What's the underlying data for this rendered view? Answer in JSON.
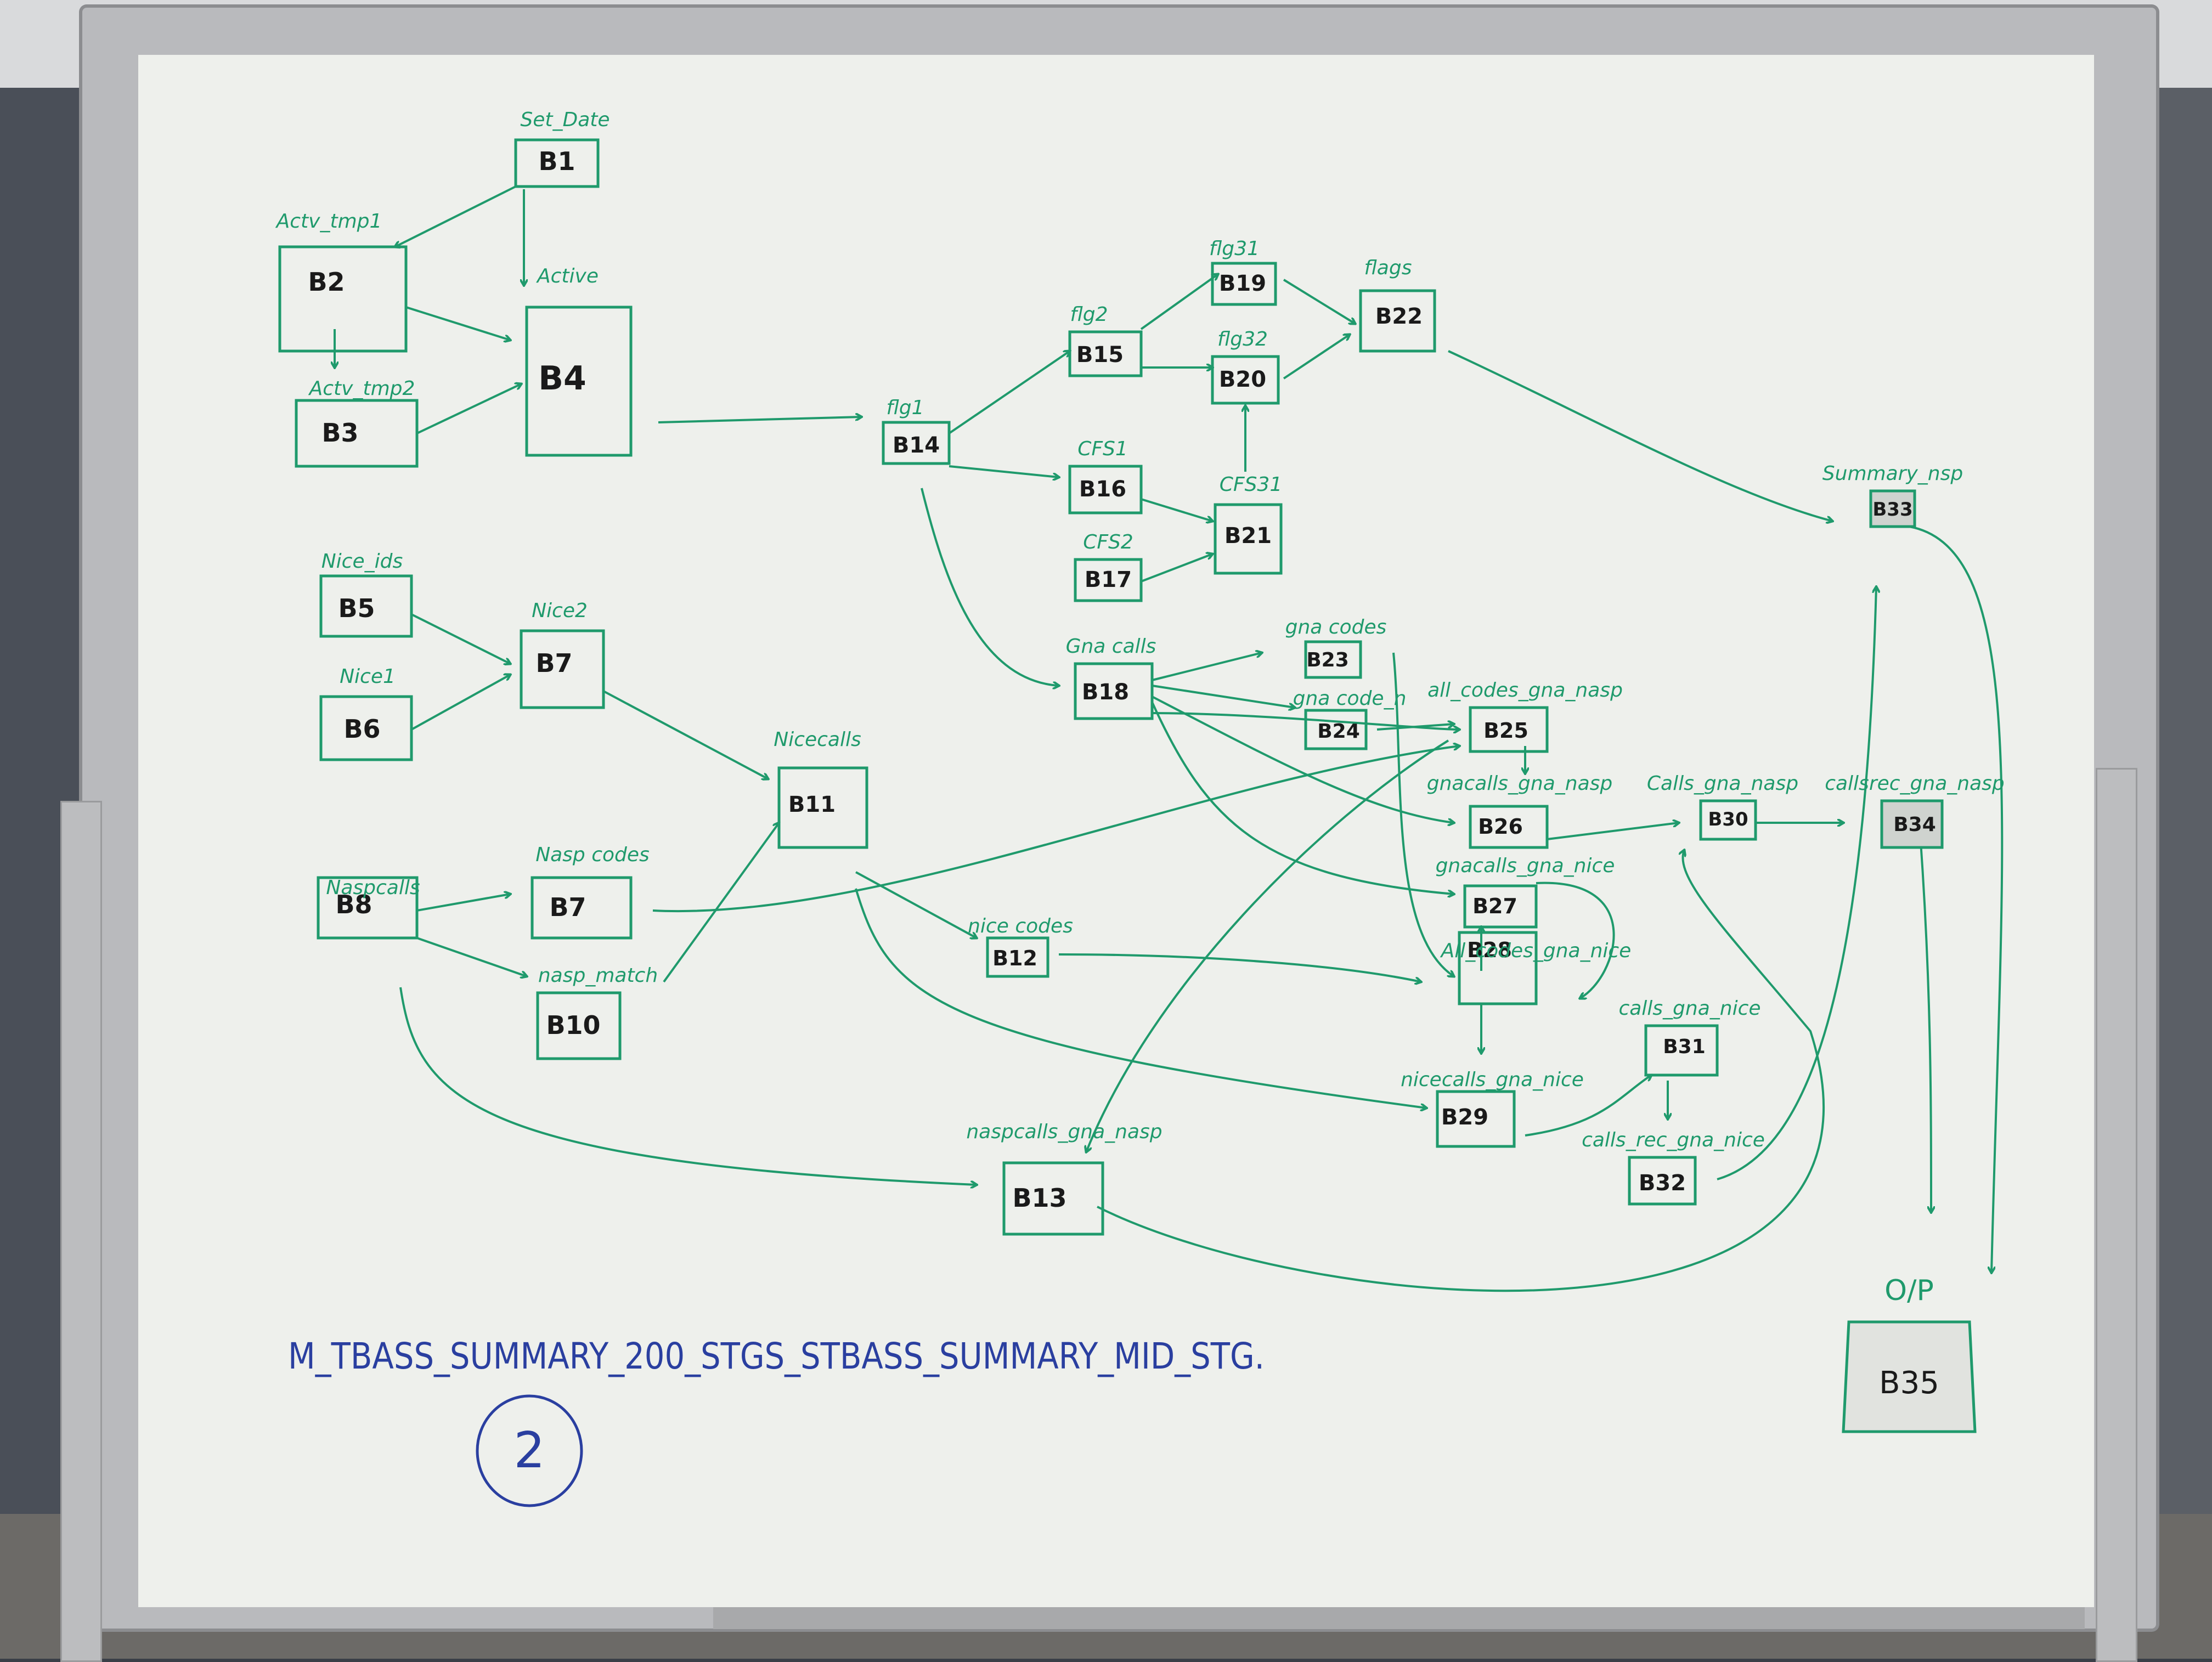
{
  "board": {
    "title": "M_TBASS_SUMMARY_200_STGS_STBASS_SUMMARY_MID_STG.",
    "page_number": "2"
  },
  "nodes": [
    {
      "id": "B1",
      "label": "Set_Date"
    },
    {
      "id": "B2",
      "label": "Actv_tmp1"
    },
    {
      "id": "B3",
      "label": "Actv_tmp2"
    },
    {
      "id": "B4",
      "label": "Active"
    },
    {
      "id": "B5",
      "label": "Nice_ids"
    },
    {
      "id": "B6",
      "label": "Nice1"
    },
    {
      "id": "B7",
      "label": "Nice2"
    },
    {
      "id": "B7",
      "label": "Nasp codes"
    },
    {
      "id": "B8",
      "label": "Naspcalls"
    },
    {
      "id": "B10",
      "label": "nasp_match"
    },
    {
      "id": "B11",
      "label": "Nicecalls"
    },
    {
      "id": "B12",
      "label": "nice codes"
    },
    {
      "id": "B13",
      "label": "naspcalls_gna_nasp"
    },
    {
      "id": "B14",
      "label": "flg1"
    },
    {
      "id": "B15",
      "label": "flg2"
    },
    {
      "id": "B16",
      "label": "CFS1"
    },
    {
      "id": "B17",
      "label": "CFS2"
    },
    {
      "id": "B18",
      "label": "Gna calls"
    },
    {
      "id": "B19",
      "label": "flg31"
    },
    {
      "id": "B20",
      "label": "flg32"
    },
    {
      "id": "B21",
      "label": "CFS31"
    },
    {
      "id": "B22",
      "label": "flags"
    },
    {
      "id": "B23",
      "label": "gna codes"
    },
    {
      "id": "B24",
      "label": "gna code_n"
    },
    {
      "id": "B25",
      "label": "all_codes_gna_nasp"
    },
    {
      "id": "B26",
      "label": "gnacalls_gna_nasp"
    },
    {
      "id": "B27",
      "label": "gnacalls_gna_nice"
    },
    {
      "id": "B28",
      "label": "All_codes_gna_nice"
    },
    {
      "id": "B29",
      "label": "nicecalls_gna_nice"
    },
    {
      "id": "B30",
      "label": "Calls_gna_nasp"
    },
    {
      "id": "B31",
      "label": "calls_gna_nice"
    },
    {
      "id": "B32",
      "label": "calls_rec_gna_nice"
    },
    {
      "id": "B33",
      "label": "Summary_nsp"
    },
    {
      "id": "B34",
      "label": "callsrec_gna_nasp"
    },
    {
      "id": "B35",
      "label": "O/P"
    }
  ],
  "colors": {
    "green_ink": "#1f9a6c",
    "black_ink": "#1a1a1a",
    "blue_ink": "#2a3fa0",
    "board": "#eef0ec"
  }
}
